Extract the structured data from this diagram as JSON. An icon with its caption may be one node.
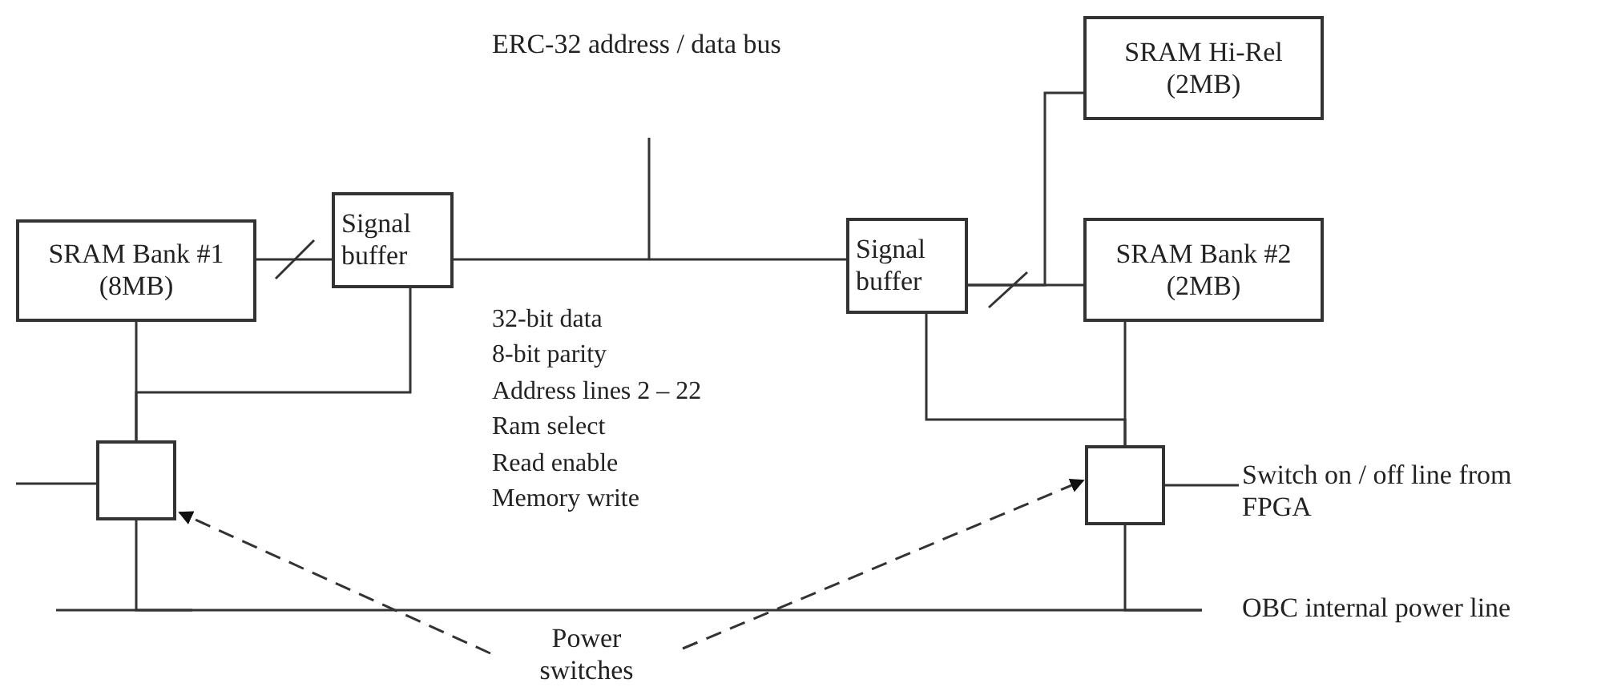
{
  "diagram": {
    "nodes": [
      {
        "text": [
          "SRAM Bank #1 (8MB)"
        ]
      },
      {
        "text": [
          "Signal buffer"
        ]
      },
      {
        "text": [
          "Signal buffer"
        ]
      },
      {
        "text": [
          "SRAM Hi-Rel (2MB)"
        ]
      },
      {
        "text": [
          "SRAM Bank #2 (2MB)"
        ]
      },
      {
        "text": [],
        "shape": "box"
      },
      {
        "text": [],
        "shape": "box"
      },
      {
        "text": [
          "Switch on / off line from FPGA"
        ]
      },
      {
        "text": [
          "OBC internal power line"
        ]
      },
      {
        "text": [
          "Power switches"
        ]
      }
    ],
    "edges": [
      {
        "from": 0,
        "to": 1,
        "arrow": "none"
      },
      {
        "from": 1,
        "to": 2,
        "arrow": "none"
      },
      {
        "from": 2,
        "to": 4,
        "arrow": "none"
      },
      {
        "from": 2,
        "to": 3,
        "arrow": "none"
      },
      {
        "from": 0,
        "to": 5,
        "arrow": "none"
      },
      {
        "from": 1,
        "to": 5,
        "arrow": "none"
      },
      {
        "from": 2,
        "to": 6,
        "arrow": "none"
      },
      {
        "from": 4,
        "to": 6,
        "arrow": "none"
      },
      {
        "from": null,
        "to": 5,
        "arrow": "none"
      },
      {
        "from": 6,
        "to": 7,
        "arrow": "none"
      },
      {
        "from": 5,
        "to": 8,
        "arrow": "none"
      },
      {
        "from": 6,
        "to": 8,
        "arrow": "none"
      },
      {
        "from": 9,
        "to": 5,
        "arrow": "to",
        "style": "dashed"
      },
      {
        "from": 9,
        "to": 6,
        "arrow": "to",
        "style": "dashed"
      }
    ],
    "labels": [
      "ERC-32 address / data bus",
      "32-bit data",
      "8-bit parity",
      "Address lines 2 – 22",
      "Ram select",
      "Read enable",
      "Memory write"
    ]
  }
}
